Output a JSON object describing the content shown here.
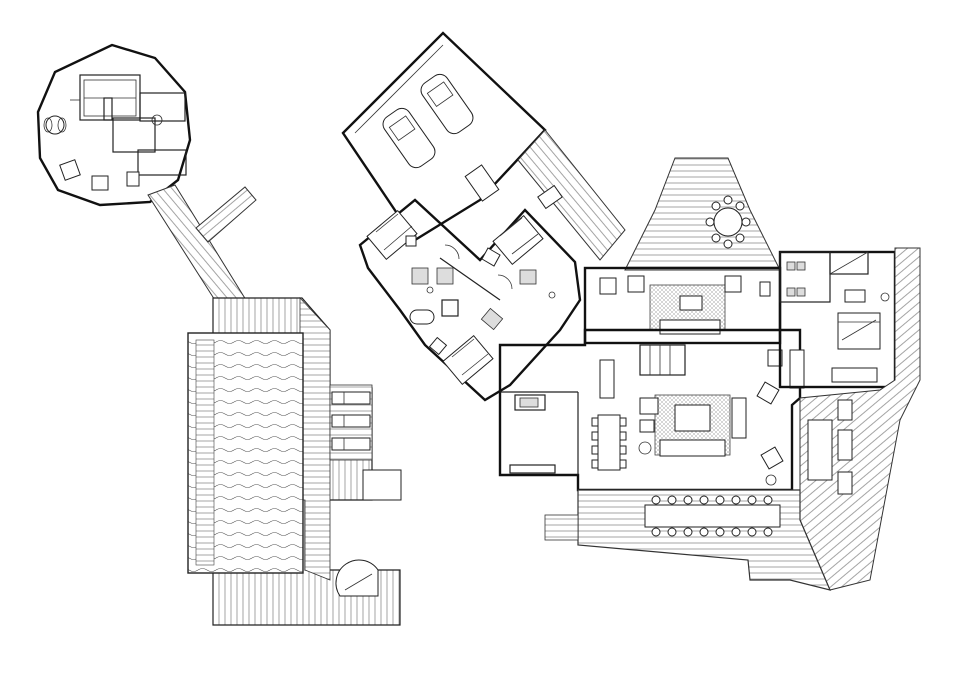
{
  "plan": {
    "background": "#ffffff",
    "line_color": "#111111",
    "structures": [
      "round-guest-pavilion",
      "boardwalk",
      "pool-terrace",
      "garage",
      "bedroom-wing",
      "main-living-pavilion",
      "master-suite",
      "dining-deck",
      "circular-deck"
    ]
  }
}
